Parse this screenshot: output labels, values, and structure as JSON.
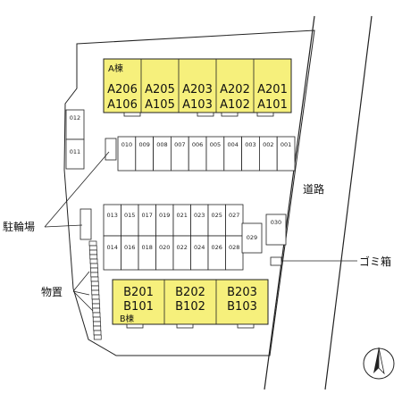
{
  "building_a": {
    "label": "A棟",
    "units_upper": [
      "A206",
      "A205",
      "A203",
      "A202",
      "A201"
    ],
    "units_lower": [
      "A106",
      "A105",
      "A103",
      "A102",
      "A101"
    ]
  },
  "building_b": {
    "label": "B棟",
    "units_upper": [
      "B201",
      "B202",
      "B203"
    ],
    "units_lower": [
      "B101",
      "B102",
      "B103"
    ]
  },
  "parking_left": [
    "012",
    "011"
  ],
  "parking_row1": [
    "010",
    "009",
    "008",
    "007",
    "006",
    "005",
    "004",
    "003",
    "002",
    "001"
  ],
  "parking_row2_top": [
    "013",
    "015",
    "017",
    "019",
    "021",
    "023",
    "025",
    "027"
  ],
  "parking_row2_bottom": [
    "014",
    "016",
    "018",
    "020",
    "022",
    "024",
    "026",
    "028"
  ],
  "parking_029": "029",
  "parking_030": "030",
  "labels": {
    "road": "道路",
    "bike": "駐輪場",
    "storage": "物置",
    "trash": "ゴミ箱"
  },
  "colors": {
    "building_fill": "#f6f07c",
    "outline": "#222222"
  }
}
